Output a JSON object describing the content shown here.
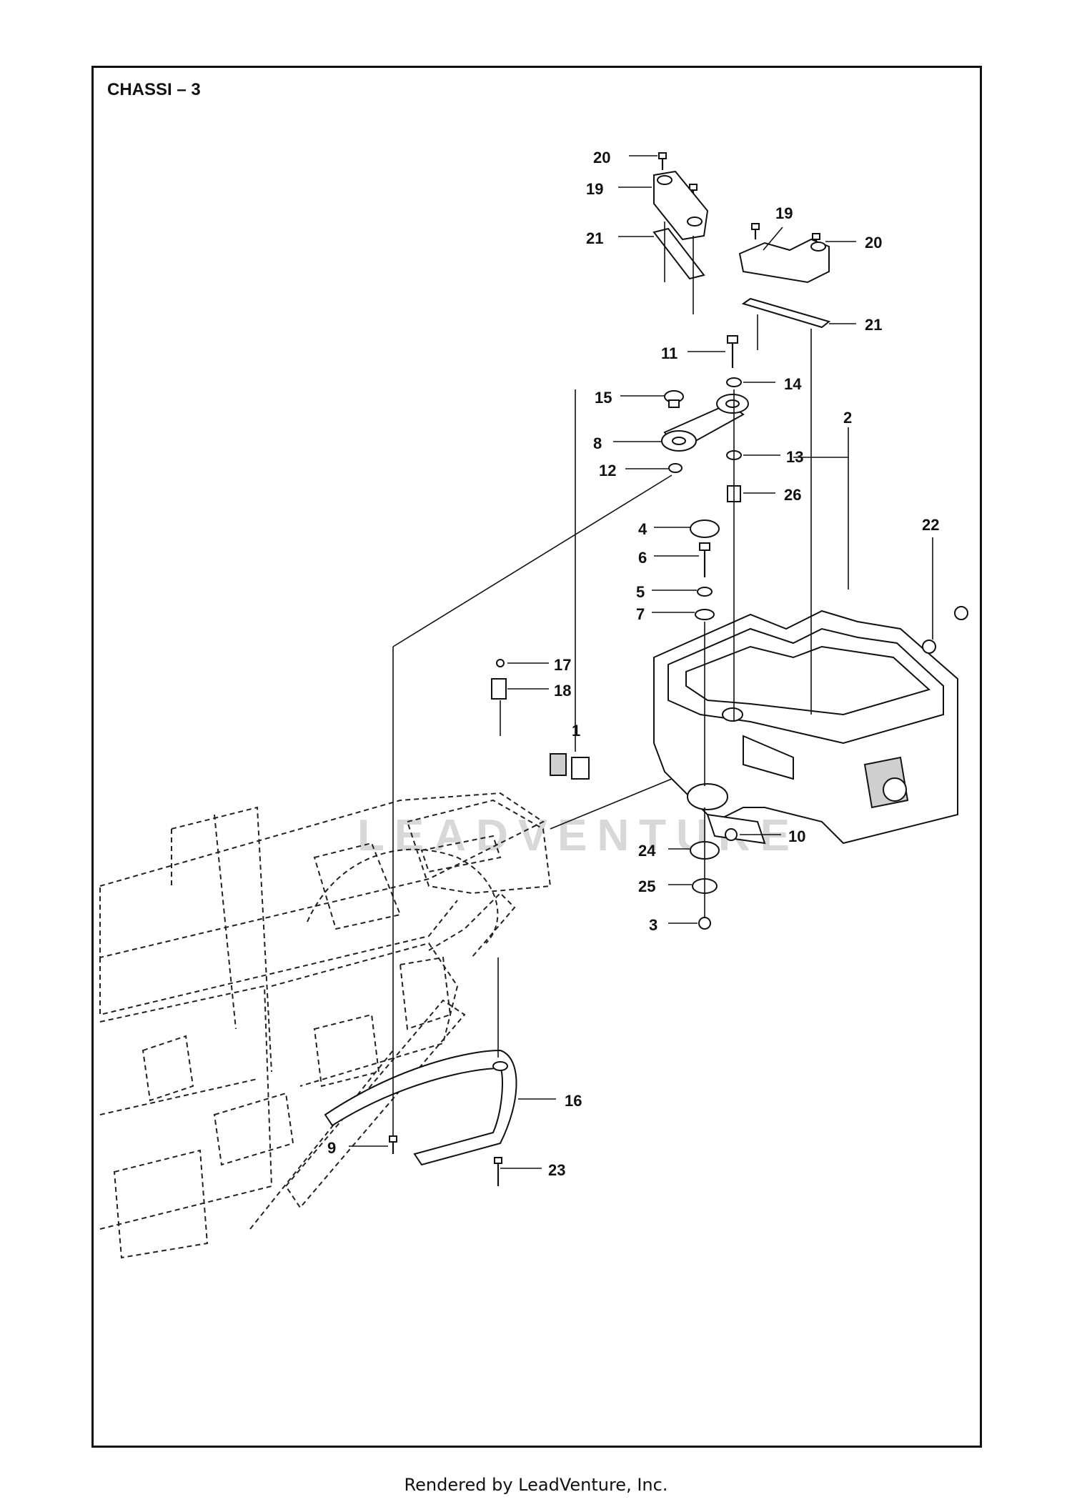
{
  "diagram": {
    "title": "CHASSI – 3",
    "footer": "Rendered by LeadVenture, Inc.",
    "watermark": "LEADVENTURE"
  },
  "callouts": [
    "20",
    "19",
    "21",
    "19",
    "20",
    "21",
    "11",
    "14",
    "15",
    "2",
    "8",
    "13",
    "12",
    "26",
    "4",
    "22",
    "6",
    "5",
    "7",
    "17",
    "18",
    "1",
    "10",
    "24",
    "25",
    "3",
    "16",
    "9",
    "23"
  ]
}
